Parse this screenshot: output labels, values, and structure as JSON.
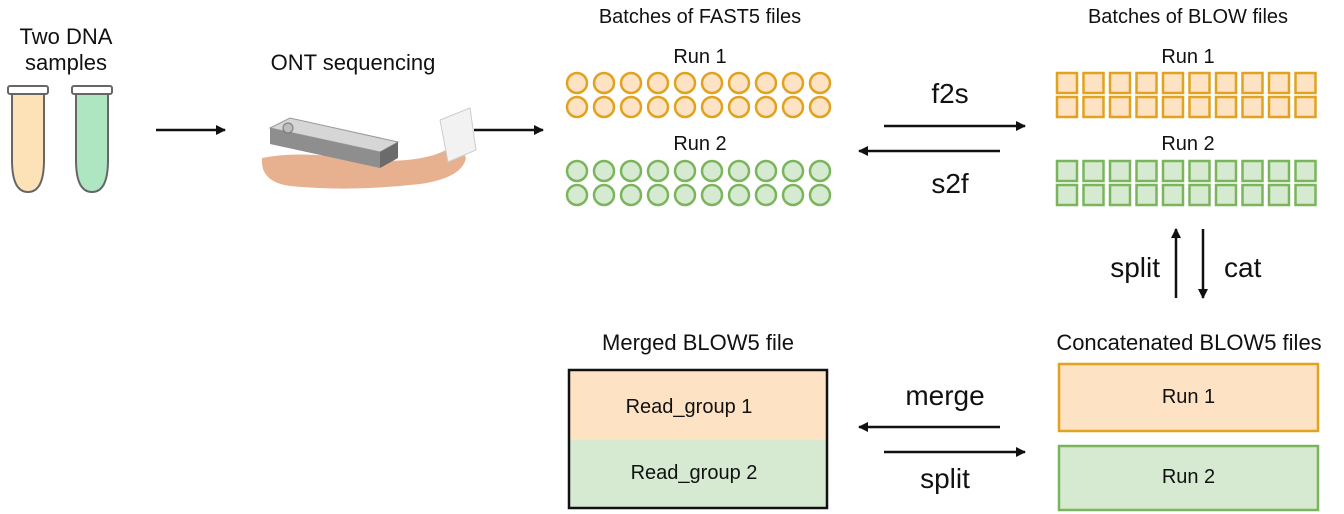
{
  "samples": {
    "label_line1": "Two DNA",
    "label_line2": "samples"
  },
  "sequencing": {
    "label": "ONT sequencing"
  },
  "fast5": {
    "title": "Batches of FAST5 files",
    "run1": "Run 1",
    "run2": "Run 2"
  },
  "blow": {
    "title": "Batches of BLOW files",
    "run1": "Run 1",
    "run2": "Run 2"
  },
  "arrows": {
    "f2s": "f2s",
    "s2f": "s2f",
    "split_up": "split",
    "cat": "cat",
    "merge": "merge",
    "split_down": "split"
  },
  "merged": {
    "title": "Merged BLOW5 file",
    "group1": "Read_group 1",
    "group2": "Read_group 2"
  },
  "concat": {
    "title": "Concatenated BLOW5 files",
    "run1": "Run 1",
    "run2": "Run 2"
  },
  "colors": {
    "run1_stroke": "#e0a21f",
    "run1_fill": "#fde2c4",
    "run2_stroke": "#7ab55c",
    "run2_fill": "#d6ead2",
    "tube_left_fill": "#fde2b8",
    "tube_right_fill": "#aee6c2"
  }
}
